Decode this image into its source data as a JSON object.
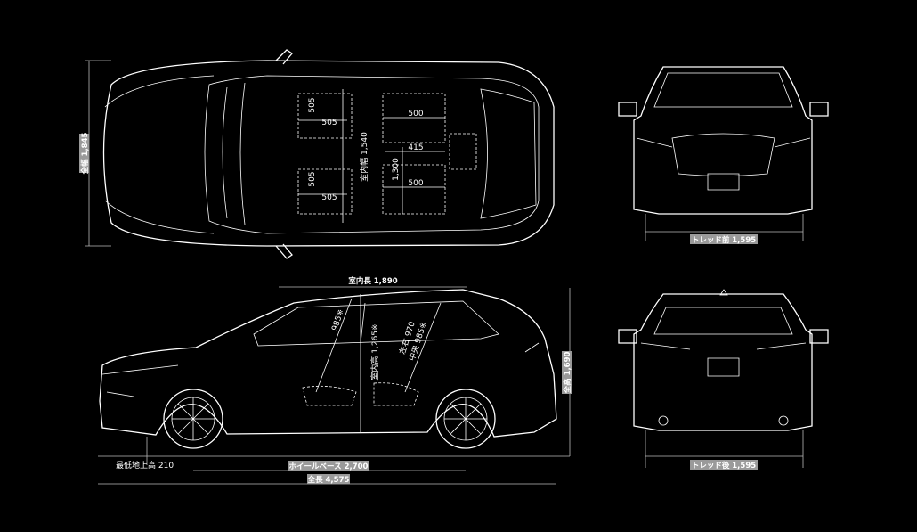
{
  "top_view": {
    "overall_width": "全幅 1,845",
    "front_seat_depth_left": "505",
    "front_seat_width_left": "505",
    "front_seat_depth_right": "505",
    "front_seat_width_right": "505",
    "rear_seat_width_left": "500",
    "rear_seat_width_right": "500",
    "rear_center_width": "415",
    "interior_width": "室内幅 1,540",
    "rear_interior_width": "1,300"
  },
  "side_view": {
    "interior_length": "室内長 1,890",
    "front_headroom": "985※",
    "rear_headroom": "左右 970",
    "rear_headroom_center": "中央 985※",
    "interior_height": "室内高 1,265※",
    "overall_height": "全高 1,690",
    "ground_clearance": "最低地上高 210",
    "wheelbase": "ホイールベース 2,700",
    "overall_length": "全長 4,575"
  },
  "front_view": {
    "front_tread": "トレッド前 1,595"
  },
  "rear_view": {
    "rear_tread": "トレッド後 1,595"
  }
}
